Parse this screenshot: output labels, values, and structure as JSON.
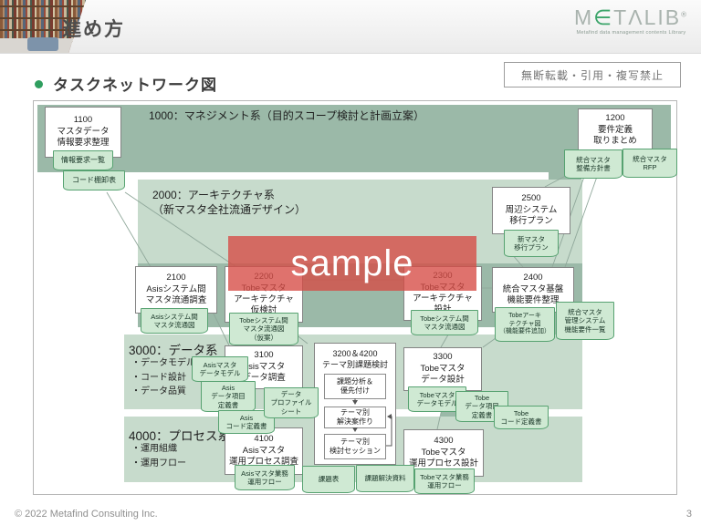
{
  "slide": {
    "header_title": "進め方",
    "logo": {
      "m": "M",
      "e": "∈",
      "rest": "TΛLIB",
      "registered": "®",
      "tagline": "Metafind data management contents Library"
    },
    "section_heading": "タスクネットワーク図",
    "notice": "無断転載・引用・複写禁止",
    "watermark": "sample",
    "footer": {
      "copyright": "© 2022 Metafind Consulting Inc.",
      "page_number": "3"
    }
  },
  "bands": {
    "b1000": "1000：マネジメント系（目的スコープ検討と計画立案）",
    "b2000": [
      "2000：アーキテクチャ系",
      "（新マスタ全社流通デザイン）"
    ],
    "b3000": {
      "title": "3000：データ系",
      "bullets": [
        "・データモデル",
        "・コード設計",
        "・データ品質"
      ]
    },
    "b4000": {
      "title": "4000：プロセス系",
      "bullets": [
        "・運用組織",
        "・運用フロー"
      ]
    }
  },
  "tasks": {
    "t1100": [
      "1100",
      "マスタデータ",
      "情報要求整理"
    ],
    "t1200": [
      "1200",
      "要件定義",
      "取りまとめ"
    ],
    "t2100": [
      "2100",
      "Asisシステム間",
      "マスタ流通調査"
    ],
    "t2200": [
      "2200",
      "Tobeマスタ",
      "アーキテクチャ",
      "仮検討"
    ],
    "t2300": [
      "2300",
      "Tobeマスタ",
      "アーキテクチャ",
      "設計"
    ],
    "t2400": [
      "2400",
      "統合マスタ基盤",
      "機能要件整理"
    ],
    "t2500": [
      "2500",
      "周辺システム",
      "移行プラン"
    ],
    "t3100": [
      "3100",
      "Asisマスタ",
      "データ調査"
    ],
    "t3300": [
      "3300",
      "Tobeマスタ",
      "データ設計"
    ],
    "t4100": [
      "4100",
      "Asisマスタ",
      "運用プロセス調査"
    ],
    "t4300": [
      "4300",
      "Tobeマスタ",
      "運用プロセス設計"
    ],
    "t3200": {
      "title": [
        "3200＆4200",
        "テーマ別課題検討"
      ],
      "step1": [
        "課題分析＆",
        "優先付け"
      ],
      "step2": [
        "テーマ別",
        "解決案作り"
      ],
      "step3": [
        "テーマ別",
        "検討セッション"
      ]
    }
  },
  "stickies": {
    "s1100a": [
      "情報要求一覧"
    ],
    "s1100b": [
      "コード棚卸表"
    ],
    "s1200a": [
      "統合マスタ",
      "整備方針書"
    ],
    "s1200b": [
      "統合マスタ",
      "RFP"
    ],
    "s2500": [
      "新マスタ",
      "移行プラン"
    ],
    "s2100": [
      "Asisシステム間",
      "マスタ流通図"
    ],
    "s2200": [
      "Tobeシステム間",
      "マスタ流通図",
      "（仮案）"
    ],
    "s2300": [
      "Tobeシステム間",
      "マスタ流通図"
    ],
    "s2400a": [
      "Tobeアーキ",
      "テクチャ図",
      "（機能要件追加）"
    ],
    "s2400b": [
      "統合マスタ",
      "管理システム",
      "機能要件一覧"
    ],
    "s3100a": [
      "Asisマスタ",
      "データモデル"
    ],
    "s3100b": [
      "Asis",
      "データ項目",
      "定義書"
    ],
    "s3100c": [
      "Asis",
      "コード定義書"
    ],
    "s3100d": [
      "データ",
      "プロファイル",
      "シート"
    ],
    "s3300a": [
      "Tobeマスタ",
      "データモデル"
    ],
    "s3300b": [
      "Tobe",
      "データ項目",
      "定義書"
    ],
    "s3300c": [
      "Tobe",
      "コード定義書"
    ],
    "s4100": [
      "Asisマスタ業務",
      "運用フロー"
    ],
    "s4300": [
      "Tobeマスタ業務",
      "運用フロー"
    ],
    "s3200a": [
      "課題表"
    ],
    "s3200b": [
      "課題解決資料"
    ]
  },
  "colors": {
    "band_dark": "#9bb9a8",
    "band_light": "#c7dbcc",
    "sticky_fill": "#cfe9d3",
    "sticky_border": "#57a271",
    "watermark_red": "#d64a44",
    "accent_green": "#2f9e5f",
    "logo_green": "#3da56b"
  }
}
